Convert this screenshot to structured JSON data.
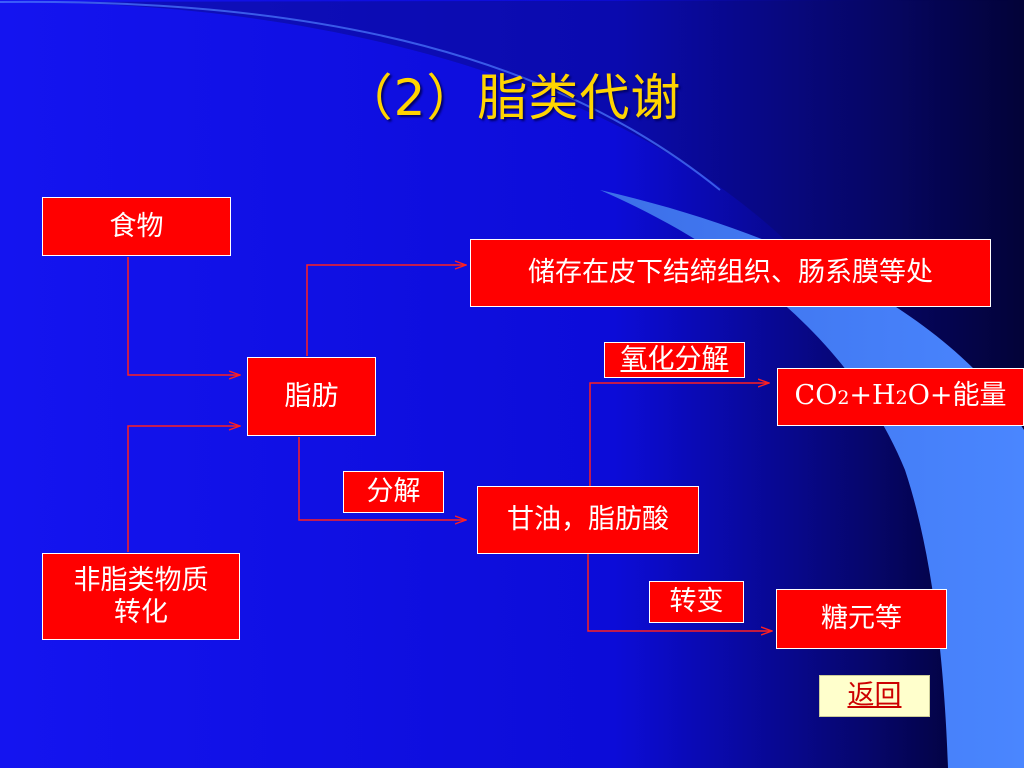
{
  "title": "（2）脂类代谢",
  "nodes": {
    "food": "食物",
    "fat": "脂肪",
    "non_fat_line1": "非脂类物质",
    "non_fat_line2": "转化",
    "storage": "储存在皮下结缔组织、肠系膜等处",
    "glycerol": "甘油，脂肪酸",
    "products": {
      "co": "CO",
      "sub1": "2",
      "plus_h": "+H",
      "sub2": "2",
      "rest": "O+能量"
    },
    "glycogen": "糖元等"
  },
  "edge_labels": {
    "decompose": "分解",
    "oxidation": "氧化分解",
    "transform": "转变"
  },
  "nav": {
    "back": "返回"
  },
  "colors": {
    "background": "#1010e8",
    "box": "#ff0000",
    "title": "#ffd400",
    "arrow": "#ff0000",
    "back_bg": "#ffffcc",
    "back_text": "#cc0000"
  }
}
